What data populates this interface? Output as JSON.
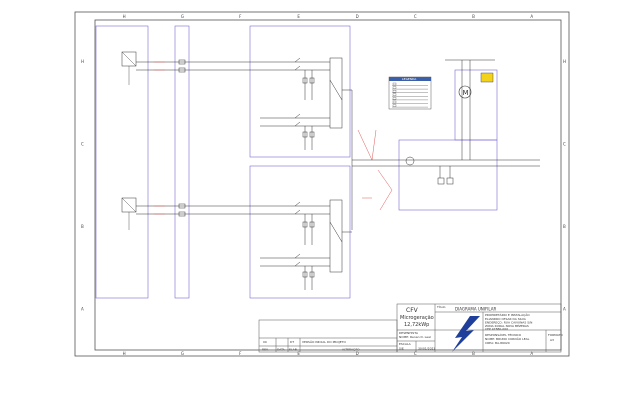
{
  "frame": {
    "columns": [
      "H",
      "G",
      "F",
      "E",
      "D",
      "C",
      "B",
      "A"
    ],
    "rows": [
      "H",
      "C",
      "B",
      "A"
    ]
  },
  "titleblock": {
    "system": "CFV",
    "microgeneration": "Microgeração",
    "power": "12,72kWp",
    "title_label": "Título",
    "title_value": "DIAGRAMA UNIFILAR",
    "owner_label": "PROPRIETÁRIO E INSTALAÇÃO",
    "owner_lines": [
      "ELIANDRO CESAR DA SILVA",
      "ENDEREÇO: RUA CAVIUNAS S/N",
      "ZONA RURAL NOVA BÉZERAS",
      "CEP 47880-000"
    ],
    "designer_label": "DESENHISTA",
    "designer_name": "NOME: Renan D. Leal",
    "scale_label": "ESCALA",
    "scale_value": "S/E",
    "date_value": "30/01/2023",
    "tech_label": "RESPONSÁVEL TÉCNICO",
    "tech_name": "NOME: BRUNO CORDÃO LEAL",
    "tech_crea": "CREA: BA-86020",
    "format_label": "FORMATO",
    "format_value": "A3",
    "rev_row": {
      "rev": "00",
      "date": "",
      "by": "DT",
      "desc": "VERSÃO INICIAL DO PROJETO"
    },
    "rev_header": {
      "rev": "REV.",
      "date": "DATA",
      "by": "ELAB.",
      "desc": "ALTERAÇÃO"
    }
  },
  "legend_box": {
    "header": "LEGENDA",
    "items": [
      "",
      "",
      "",
      "",
      "",
      "",
      ""
    ]
  },
  "motor_label": "M",
  "colors": {
    "frame": "#555555",
    "wire": "#333333",
    "zone": "#7b6bd6",
    "annotation": "#e05a5a",
    "legend_header": "#3b5fa8",
    "warning": "#f2d21b",
    "logo_blue": "#1f3f9a"
  }
}
